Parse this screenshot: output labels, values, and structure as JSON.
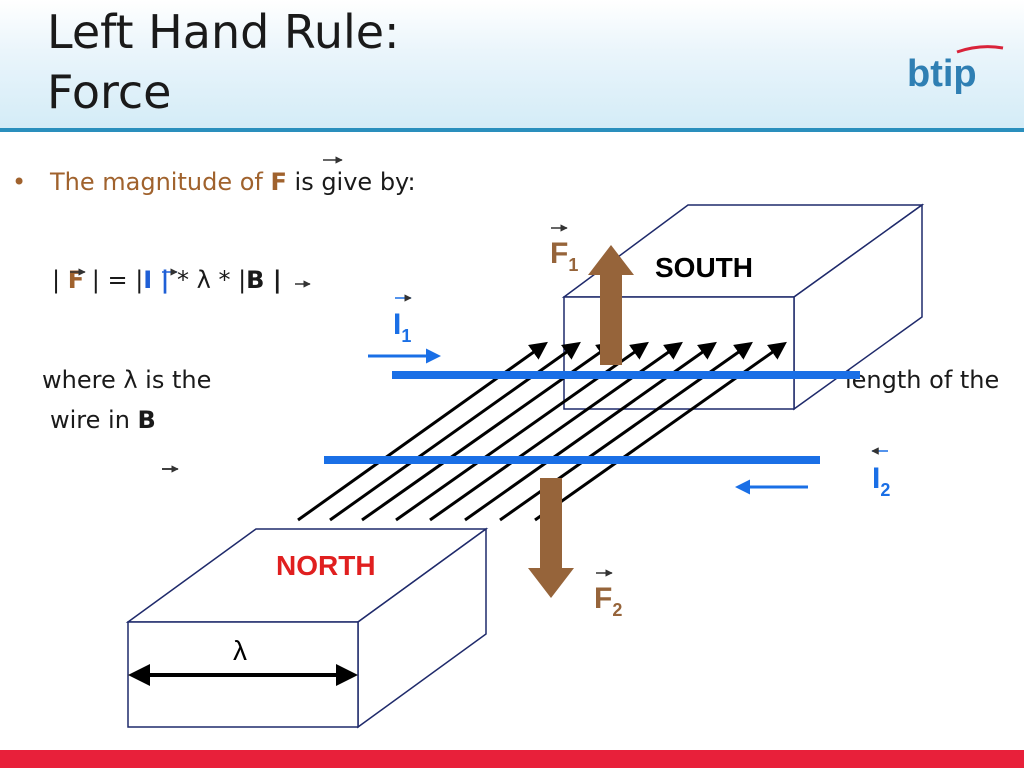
{
  "slide": {
    "title_line1": "Left Hand Rule:",
    "title_line2": "Force",
    "logo_text": "btip",
    "bullet": "•",
    "intro_prefix": "The magnitude of ",
    "intro_symbol": "F",
    "intro_suffix": " is give by:",
    "formula": {
      "bar_open": "| ",
      "f_symbol": "F",
      "mid": " | = |",
      "i_symbol": "I",
      "bar_i": " |",
      "times_lambda": " * λ * |",
      "b_symbol": "B",
      "bar_close": " |"
    },
    "where_left": "where λ is the",
    "where_right": "length of the",
    "wire_in": "wire in ",
    "wire_in_symbol": "B"
  },
  "diagram": {
    "south_label": "SOUTH",
    "north_label": "NORTH",
    "lambda_label": "λ",
    "f1_symbol": "F",
    "f1_sub": "1",
    "f2_symbol": "F",
    "f2_sub": "2",
    "i1_symbol": "I",
    "i1_sub": "1",
    "i2_symbol": "I",
    "i2_sub": "2",
    "colors": {
      "force": "#96643a",
      "current": "#1a6fe6",
      "north": "#e01f1f",
      "magnet_edge": "#1f2a6b",
      "field": "#000000"
    }
  }
}
